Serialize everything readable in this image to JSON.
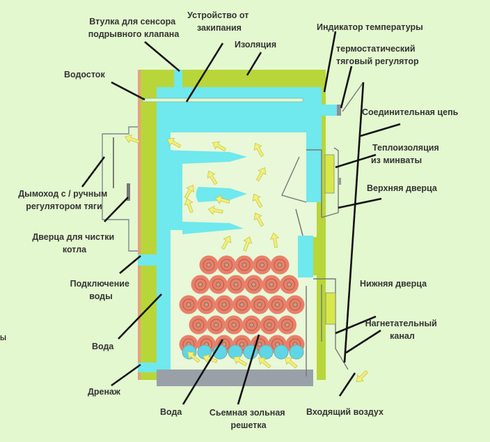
{
  "colors": {
    "background": "#e3f8cf",
    "insulation": "#b8d63a",
    "water": "#6fe8ee",
    "log": "#e8806a",
    "grate": "#5fd6e6",
    "ash": "#9aa0a8",
    "arrow": "#f2f07a"
  },
  "labels": {
    "sensor_sleeve": [
      "Втулка для сенсора",
      "подрывного клапана"
    ],
    "anti_boil": [
      "Устройство от",
      "закипания"
    ],
    "temp_indicator": "Индикатор температуры",
    "insulation": "Изоляция",
    "thermostat": [
      "термостатический",
      "тяговый регулятор"
    ],
    "gutter": "Водосток",
    "chain": "Соединительная цепь",
    "mineral_wool": [
      "Теплоизоляция",
      "из минваты"
    ],
    "flue": [
      "Дымоход с / ручным",
      "регулятором тяги"
    ],
    "upper_door": "Верхняя дверца",
    "cleaning_door": [
      "Дверца для чистки",
      "котла"
    ],
    "water_connection": [
      "Подключение",
      "воды"
    ],
    "lower_door": "Нижняя дверца",
    "water_left": "Вода",
    "blower_channel": [
      "Нагнетательный",
      "канал"
    ],
    "drain": "Дренаж",
    "water_bottom": "Вода",
    "ash_grate": [
      "Сьемная зольная",
      "решетка"
    ],
    "incoming_air": "Входящий воздух",
    "stray_char": "ы"
  }
}
